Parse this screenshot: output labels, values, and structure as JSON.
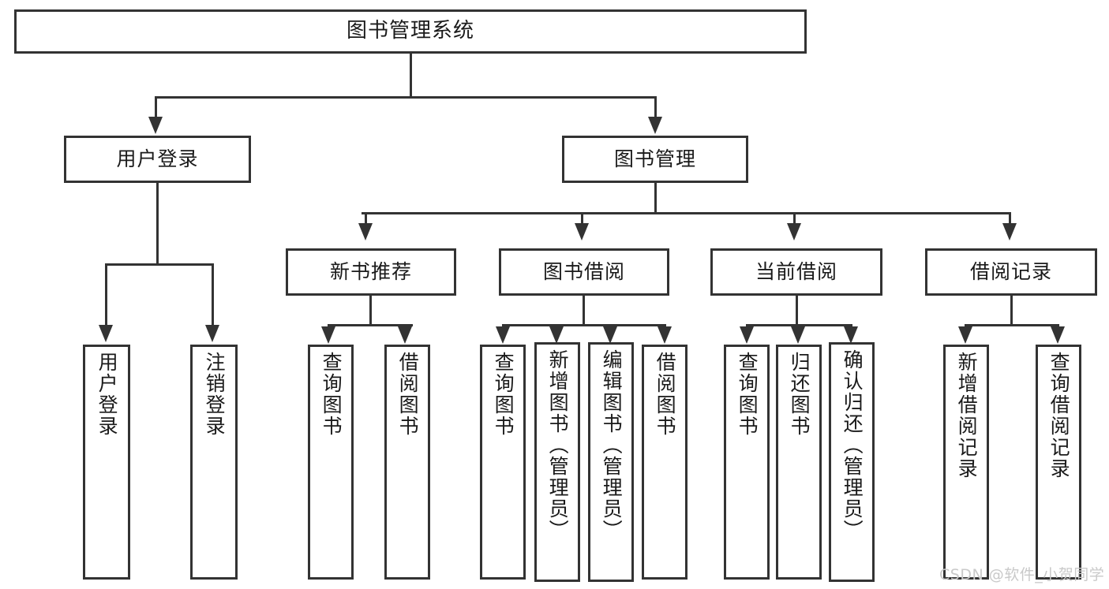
{
  "diagram": {
    "title": "图书管理系统",
    "type": "tree",
    "colors": {
      "line": "#333333",
      "box_border": "#333333",
      "background": "#ffffff",
      "text": "#1a1a1a",
      "watermark": "#c9c9c9"
    },
    "root": {
      "label": "图书管理系统"
    },
    "level1": [
      {
        "id": "user-login",
        "label": "用户登录"
      },
      {
        "id": "book-manage",
        "label": "图书管理"
      }
    ],
    "level2": [
      {
        "id": "new-book-recommend",
        "label": "新书推荐"
      },
      {
        "id": "book-borrow",
        "label": "图书借阅"
      },
      {
        "id": "current-borrow",
        "label": "当前借阅"
      },
      {
        "id": "borrow-record",
        "label": "借阅记录"
      }
    ],
    "leaves": {
      "user_login": [
        {
          "id": "leaf-user-login",
          "label": "用户登录"
        },
        {
          "id": "leaf-logout-login",
          "label": "注销登录"
        }
      ],
      "new_book_recommend": [
        {
          "id": "leaf-query-book-1",
          "label": "查询图书"
        },
        {
          "id": "leaf-borrow-book-1",
          "label": "借阅图书"
        }
      ],
      "book_borrow": [
        {
          "id": "leaf-query-book-2",
          "label": "查询图书"
        },
        {
          "id": "leaf-add-book",
          "label": "新增图书（管理员）"
        },
        {
          "id": "leaf-edit-book",
          "label": "编辑图书（管理员）"
        },
        {
          "id": "leaf-borrow-book-2",
          "label": "借阅图书"
        }
      ],
      "current_borrow": [
        {
          "id": "leaf-query-book-3",
          "label": "查询图书"
        },
        {
          "id": "leaf-return-book",
          "label": "归还图书"
        },
        {
          "id": "leaf-confirm-return",
          "label": "确认归还（管理员）"
        }
      ],
      "borrow_record": [
        {
          "id": "leaf-add-borrow-record",
          "label": "新增借阅记录"
        },
        {
          "id": "leaf-query-borrow-record",
          "label": "查询借阅记录"
        }
      ]
    }
  },
  "watermark": {
    "text": "CSDN @软件_小贺同学"
  }
}
